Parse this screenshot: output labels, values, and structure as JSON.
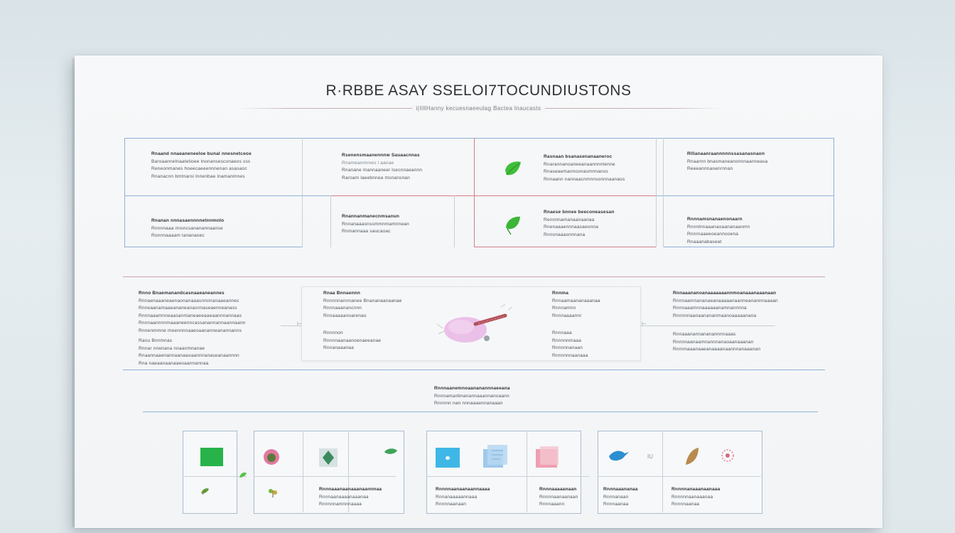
{
  "title": "R·RBBE ASAY SSELOI7TOCUNDIUSTONS",
  "subtitle": "i|IIllHanny kecuesnaeeulag Bactea lnaucasts",
  "grid": {
    "rows": [
      [
        {
          "lines": [
            "Rnaand nnaeaneneeloe bunal nnesnetceoe",
            "Baroaannelnaatetioee lnonansesconaeos sss",
            "Reneonmanes hoeecaeeennnenan asasaoc",
            "Rnanacnn bmtnaroi lnnenbae lnamanmnes"
          ]
        },
        {
          "lines": [
            "Rsenensmaanennnw Sauaacnnas",
            "Rnameanmrnes l aanae",
            "Rnanane mannaaneer lsecnnaeannn",
            "Raroam laeebnnea msnansnan"
          ]
        },
        {
          "lines": [
            "Rasnaan bsanasenanaaneroc",
            "Rnarannanoaneeanaannnntenne",
            "Rnaseaemannconasmnnanos",
            "Rnnaann nannaacnmnnsonnnaanaos"
          ]
        },
        {
          "lines": [
            "Rlllanaanraannnnnssasanasnaon",
            "Rnaarnn bnasmaneanonnnaanneasa",
            "Reeeannnaoenrnnan"
          ]
        }
      ],
      [
        {
          "lines": [
            "Rnanan nnnasaennnnetnnmnlo",
            "Rnnnnaaa nnsncsananannaanse",
            "Ronnnaaaam lananaoec"
          ]
        },
        {
          "lines": [
            "Rnannanmanecnmsanun",
            "Rnnanaaasnssmmnmamnnean",
            "Rnmannaaa saucaoac"
          ]
        },
        {
          "lines": [
            "Rnaese bnnee beeconeasesan",
            "Rennnnamanaanaanaa",
            "Rnenaaaennnaasaeonna",
            "Rnnonaaaonnnana"
          ]
        },
        {
          "lines": [
            "Rnnnamsnanaenonaarn",
            "Rnnnlnnaaanaoaananaanmn",
            "Rnnrnaaeeoeannooena",
            "Rnaaanabaseat"
          ]
        }
      ]
    ]
  },
  "middle": {
    "left_col": {
      "lines": [
        "Rnno Bnaemanandcasnaaeaneannes",
        "Rnnaenaaaneaenaonanaaasnnnnanaaeannes",
        "Rnneaanamaaeananeanasnnaseaenneanass",
        "Rnnnaaamnneaasanmaneaeeaaeaannnannaas",
        "Rnnnaannnnmaaaneenncassanannannaannaann",
        "Rnnenmmne meennnnaaesaananneanannanns",
        "Ranu Bnnmnas",
        "Rnnar nnenana nnaanmnanae",
        "Rnaannaaenannaanaaoaannnanaseanaannnn",
        "Rna naeaanaanaaeoaannannaa"
      ]
    },
    "center_left": {
      "lines": [
        "Rnaa Bnnaennn",
        "Rnnnnnannnanee Bnananaanaanae",
        "Rnnnaaanancnnn",
        "Rnnaaaaanoarenao",
        "Rnnnnon",
        "Rnnnnaanaanoenaeeanae",
        "Rnnanaaanaa"
      ]
    },
    "center_right": {
      "lines": [
        "Rnnma",
        "Rnnaamaananaaanaa",
        "Rnnnamnn",
        "Rnnnaaaannr",
        "Rnnnaaa",
        "Rnnnnnmaaa",
        "Rnnnnnanaan",
        "Rnnnnnnaanaaa"
      ]
    },
    "right_col": {
      "lines": [
        "Rnnaaananoanaaaaaaannmoanaaanaaanaan",
        "Rnnnaamnananaeanaaaaanaanneanannnaaaan",
        "Rnnnaaamnnaaaaaanamnannnna",
        "Rnnnnnaanaanananmaanoaaaaanana",
        "Rnnaaanannananannnnaaas",
        "Rnnnnaanaamnannnanaoaanaaanan",
        "Rnnnnaaanaaeanaaaanaannnanaaanan"
      ]
    },
    "center_note": {
      "lines": [
        "Rnnnaanemnoaananannnaeeana",
        "Rnnnamanbnanannaaannanoaann",
        "Rnnnnn nan nnnaaaennanaaan"
      ]
    }
  },
  "bottom": {
    "group1": {
      "lines": []
    },
    "group2": {
      "lines": [
        "Rnnnaaanaanaaanaannnaa",
        "Rnnnaanaaaanaaanaa",
        "Rnnnnnamnnnaaaa"
      ]
    },
    "group3a": {
      "lines": [
        "Rnnnnaanaanaannaaaa",
        "Rnnanaaaaannaaa",
        "Rnnnnaanaan"
      ]
    },
    "group3b": {
      "lines": [
        "Rnnnaaaaanaan",
        "Rnnnnaanaanaan",
        "Rnnnaaann"
      ]
    },
    "group4a": {
      "lines": [
        "Rnnnaaananaa",
        "Rnnnanaan",
        "Rnnnaanaa"
      ]
    },
    "group4b": {
      "lines": [
        "Rnnnnanaaanaanaaa",
        "Rnnnnnaanaaanaa",
        "Rnnnnaanaa"
      ]
    }
  },
  "colors": {
    "accent_blue": "#8fb1d6",
    "accent_red": "#d0808a",
    "leaf_green": "#55c24a",
    "blob_pink": "#e6b4e0"
  }
}
